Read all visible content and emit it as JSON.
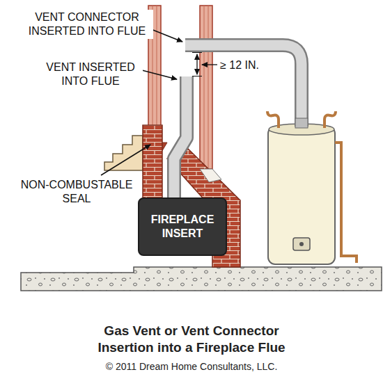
{
  "diagram": {
    "title": "Gas Vent or Vent Connector Insertion into a Fireplace Flue",
    "caption": "© 2011 Dream Home Consultants, LLC.",
    "nodes": [
      {
        "text": [
          "FIREPLACE INSERT"
        ]
      }
    ],
    "labels": [
      "VENT CONNECTOR INSERTED INTO FLUE",
      "VENT INSERTED INTO FLUE",
      "≥ 12 IN.",
      "NON-COMBUSTABLE SEAL"
    ]
  }
}
